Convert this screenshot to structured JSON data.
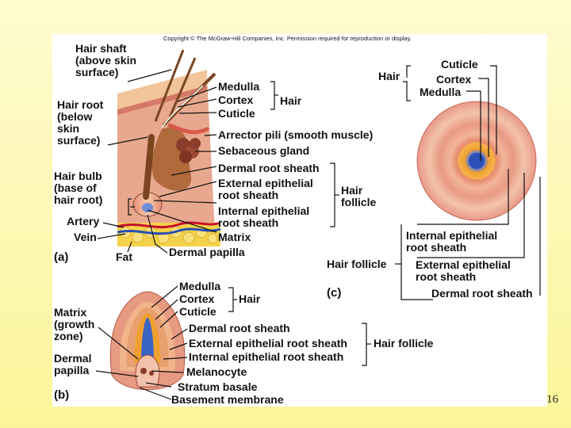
{
  "copyright": "Copyright © The McGraw-Hill Companies, Inc. Permission required for reproduction or display.",
  "slide_number": "16",
  "panel_a": {
    "letter": "(a)",
    "hair_shaft": "Hair shaft\n(above skin\nsurface)",
    "hair_root": "Hair root\n(below\nskin\nsurface)",
    "hair_bulb": "Hair bulb\n(base of\nhair root)",
    "artery": "Artery",
    "vein": "Vein",
    "fat": "Fat",
    "medulla": "Medulla",
    "cortex": "Cortex",
    "cuticle": "Cuticle",
    "hair": "Hair",
    "arrector_pili": "Arrector pili (smooth muscle)",
    "sebaceous_gland": "Sebaceous gland",
    "dermal_root_sheath": "Dermal root sheath",
    "external_epithelial_root_sheath": "External epithelial\nroot sheath",
    "internal_epithelial_root_sheath": "Internal epithelial\nroot sheath",
    "hair_follicle": "Hair\nfollicle",
    "matrix": "Matrix",
    "dermal_papilla": "Dermal papilla"
  },
  "panel_b": {
    "letter": "(b)",
    "matrix": "Matrix\n(growth\nzone)",
    "dermal_papilla": "Dermal\npapilla",
    "medulla": "Medulla",
    "cortex": "Cortex",
    "cuticle": "Cuticle",
    "hair": "Hair",
    "dermal_root_sheath": "Dermal root sheath",
    "external_epithelial_root_sheath": "External epithelial root sheath",
    "internal_epithelial_root_sheath": "Internal epithelial root sheath",
    "hair_follicle": "Hair follicle",
    "melanocyte": "Melanocyte",
    "stratum_basale": "Stratum basale",
    "basement_membrane": "Basement membrane"
  },
  "panel_c": {
    "letter": "(c)",
    "hair": "Hair",
    "cuticle": "Cuticle",
    "cortex": "Cortex",
    "medulla": "Medulla",
    "internal_epithelial_root_sheath": "Internal epithelial\nroot sheath",
    "hair_follicle": "Hair follicle",
    "external_epithelial_root_sheath": "External epithelial\nroot sheath",
    "dermal_root_sheath": "Dermal root sheath"
  },
  "colors": {
    "background_top": "#fffbd0",
    "background_bottom": "#fbf59a",
    "dermis": "#e8a88f",
    "epidermis": "#f2c49a",
    "hair_brown": "#7a4520",
    "artery": "#c8102e",
    "vein": "#2a4fb5",
    "fat": "#f4d34a",
    "medulla_blue": "#3a63c4",
    "cortex_orange": "#f0a030"
  }
}
